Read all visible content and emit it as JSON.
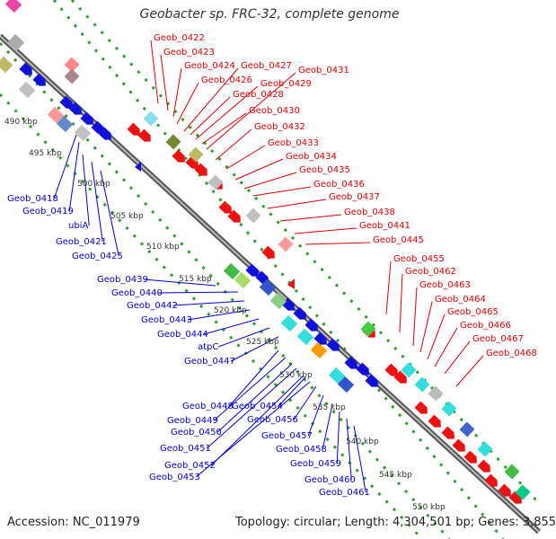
{
  "header": {
    "title": "Geobacter sp. FRC-32, complete genome"
  },
  "footer": {
    "accession": "Accession: NC_011979",
    "summary": "Topology: circular; Length: 4,304,501 bp; Genes: 3,855"
  },
  "colors": {
    "forward_label": "#e00000",
    "reverse_label": "#0000cc",
    "backbone": "#888888",
    "dots": "#2aa02a"
  },
  "scale_ticks": [
    "490 kbp",
    "495 kbp",
    "500 kbp",
    "505 kbp",
    "510 kbp",
    "515 kbp",
    "520 kbp",
    "525 kbp",
    "530 kbp",
    "535 kbp",
    "540 kbp",
    "545 kbp",
    "550 kbp"
  ],
  "forward_genes": [
    "Geob_0422",
    "Geob_0423",
    "Geob_0424",
    "Geob_0426",
    "Geob_0427",
    "Geob_0428",
    "Geob_0429",
    "Geob_0430",
    "Geob_0431",
    "Geob_0432",
    "Geob_0433",
    "Geob_0434",
    "Geob_0435",
    "Geob_0436",
    "Geob_0437",
    "Geob_0438",
    "Geob_0441",
    "Geob_0445",
    "Geob_0455",
    "Geob_0462",
    "Geob_0463",
    "Geob_0464",
    "Geob_0465",
    "Geob_0466",
    "Geob_0467",
    "Geob_0468"
  ],
  "reverse_genes": [
    "Geob_0418",
    "Geob_0419",
    "ubiA",
    "Geob_0421",
    "Geob_0425",
    "Geob_0439",
    "Geob_0440",
    "Geob_0442",
    "Geob_0443",
    "Geob_0444",
    "atpC",
    "Geob_0447",
    "Geob_0448",
    "Geob_0449",
    "Geob_0450",
    "Geob_0451",
    "Geob_0452",
    "Geob_0453",
    "Geob_0454",
    "Geob_0456",
    "Geob_0457",
    "Geob_0458",
    "Geob_0459",
    "Geob_0460",
    "Geob_0461"
  ]
}
